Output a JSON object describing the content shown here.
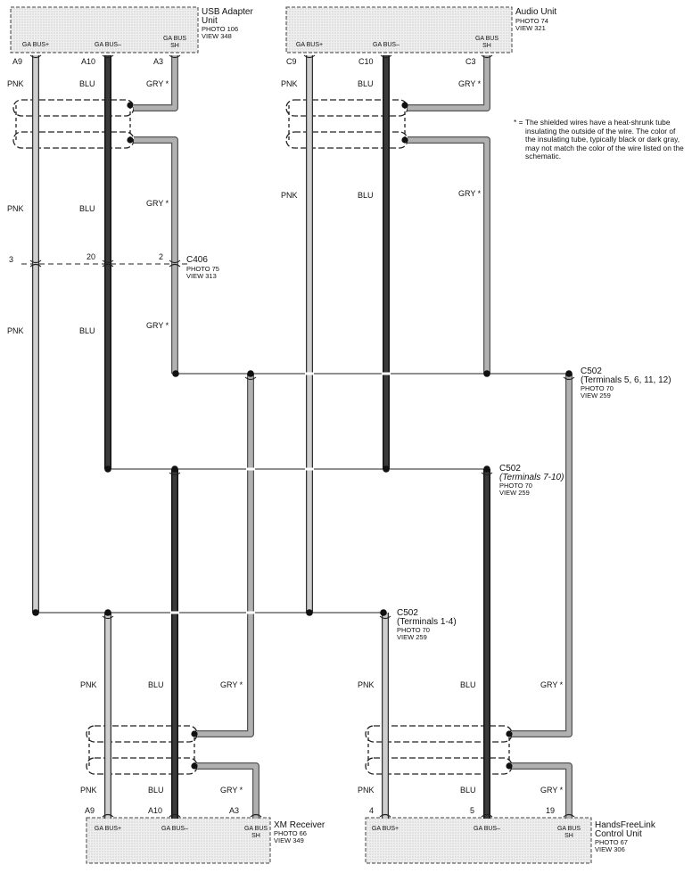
{
  "components": {
    "usb_adapter": {
      "name": [
        "USB Adapter",
        "Unit"
      ],
      "photo": "PHOTO 106",
      "view": "VIEW 348",
      "pins": [
        "GA BUS+",
        "GA BUS–",
        "GA BUS",
        "SH"
      ],
      "terminals": [
        "A9",
        "A10",
        "A3"
      ]
    },
    "audio_unit": {
      "name": [
        "Audio Unit"
      ],
      "photo": "PHOTO 74",
      "view": "VIEW 321",
      "pins": [
        "GA BUS+",
        "GA BUS–",
        "GA BUS",
        "SH"
      ],
      "terminals": [
        "C9",
        "C10",
        "C3"
      ]
    },
    "xm_receiver": {
      "name": [
        "XM Receiver"
      ],
      "photo": "PHOTO 66",
      "view": "VIEW 349",
      "pins": [
        "GA BUS+",
        "GA BUS–",
        "GA BUS",
        "SH"
      ],
      "terminals": [
        "A9",
        "A10",
        "A3"
      ]
    },
    "hfl_control": {
      "name": [
        "HandsFreeLink",
        "Control Unit"
      ],
      "photo": "PHOTO 67",
      "view": "VIEW 306",
      "pins": [
        "GA BUS+",
        "GA BUS–",
        "GA BUS",
        "SH"
      ],
      "terminals": [
        "4",
        "5",
        "19"
      ]
    }
  },
  "connectors": {
    "c406": {
      "name": "C406",
      "photo": "PHOTO 75",
      "view": "VIEW 313",
      "terminals": [
        "3",
        "20",
        "2"
      ]
    },
    "c502_a": {
      "name": "C502",
      "terms": "(Terminals 5, 6, 11, 12)",
      "photo": "PHOTO 70",
      "view": "VIEW 259"
    },
    "c502_b": {
      "name": "C502",
      "terms": "(Terminals 7-10)",
      "photo": "PHOTO 70",
      "view": "VIEW 259"
    },
    "c502_c": {
      "name": "C502",
      "terms": "(Terminals 1-4)",
      "photo": "PHOTO 70",
      "view": "VIEW 259"
    }
  },
  "wire_colors": {
    "pnk": "PNK",
    "blu": "BLU",
    "gry": "GRY *"
  },
  "note": {
    "marker": "* =",
    "text": "The shielded wires have a heat-shrunk tube insulating the outside of the wire. The color of the insulating tube, typically black or dark gray, may not match the color of the wire listed on the schematic."
  },
  "colors": {
    "pnk_wire": "#c9c9c9",
    "blu_wire": "#2e2e2e",
    "gry_wire": "#a8a8a8",
    "component_fill": "#ececec"
  }
}
